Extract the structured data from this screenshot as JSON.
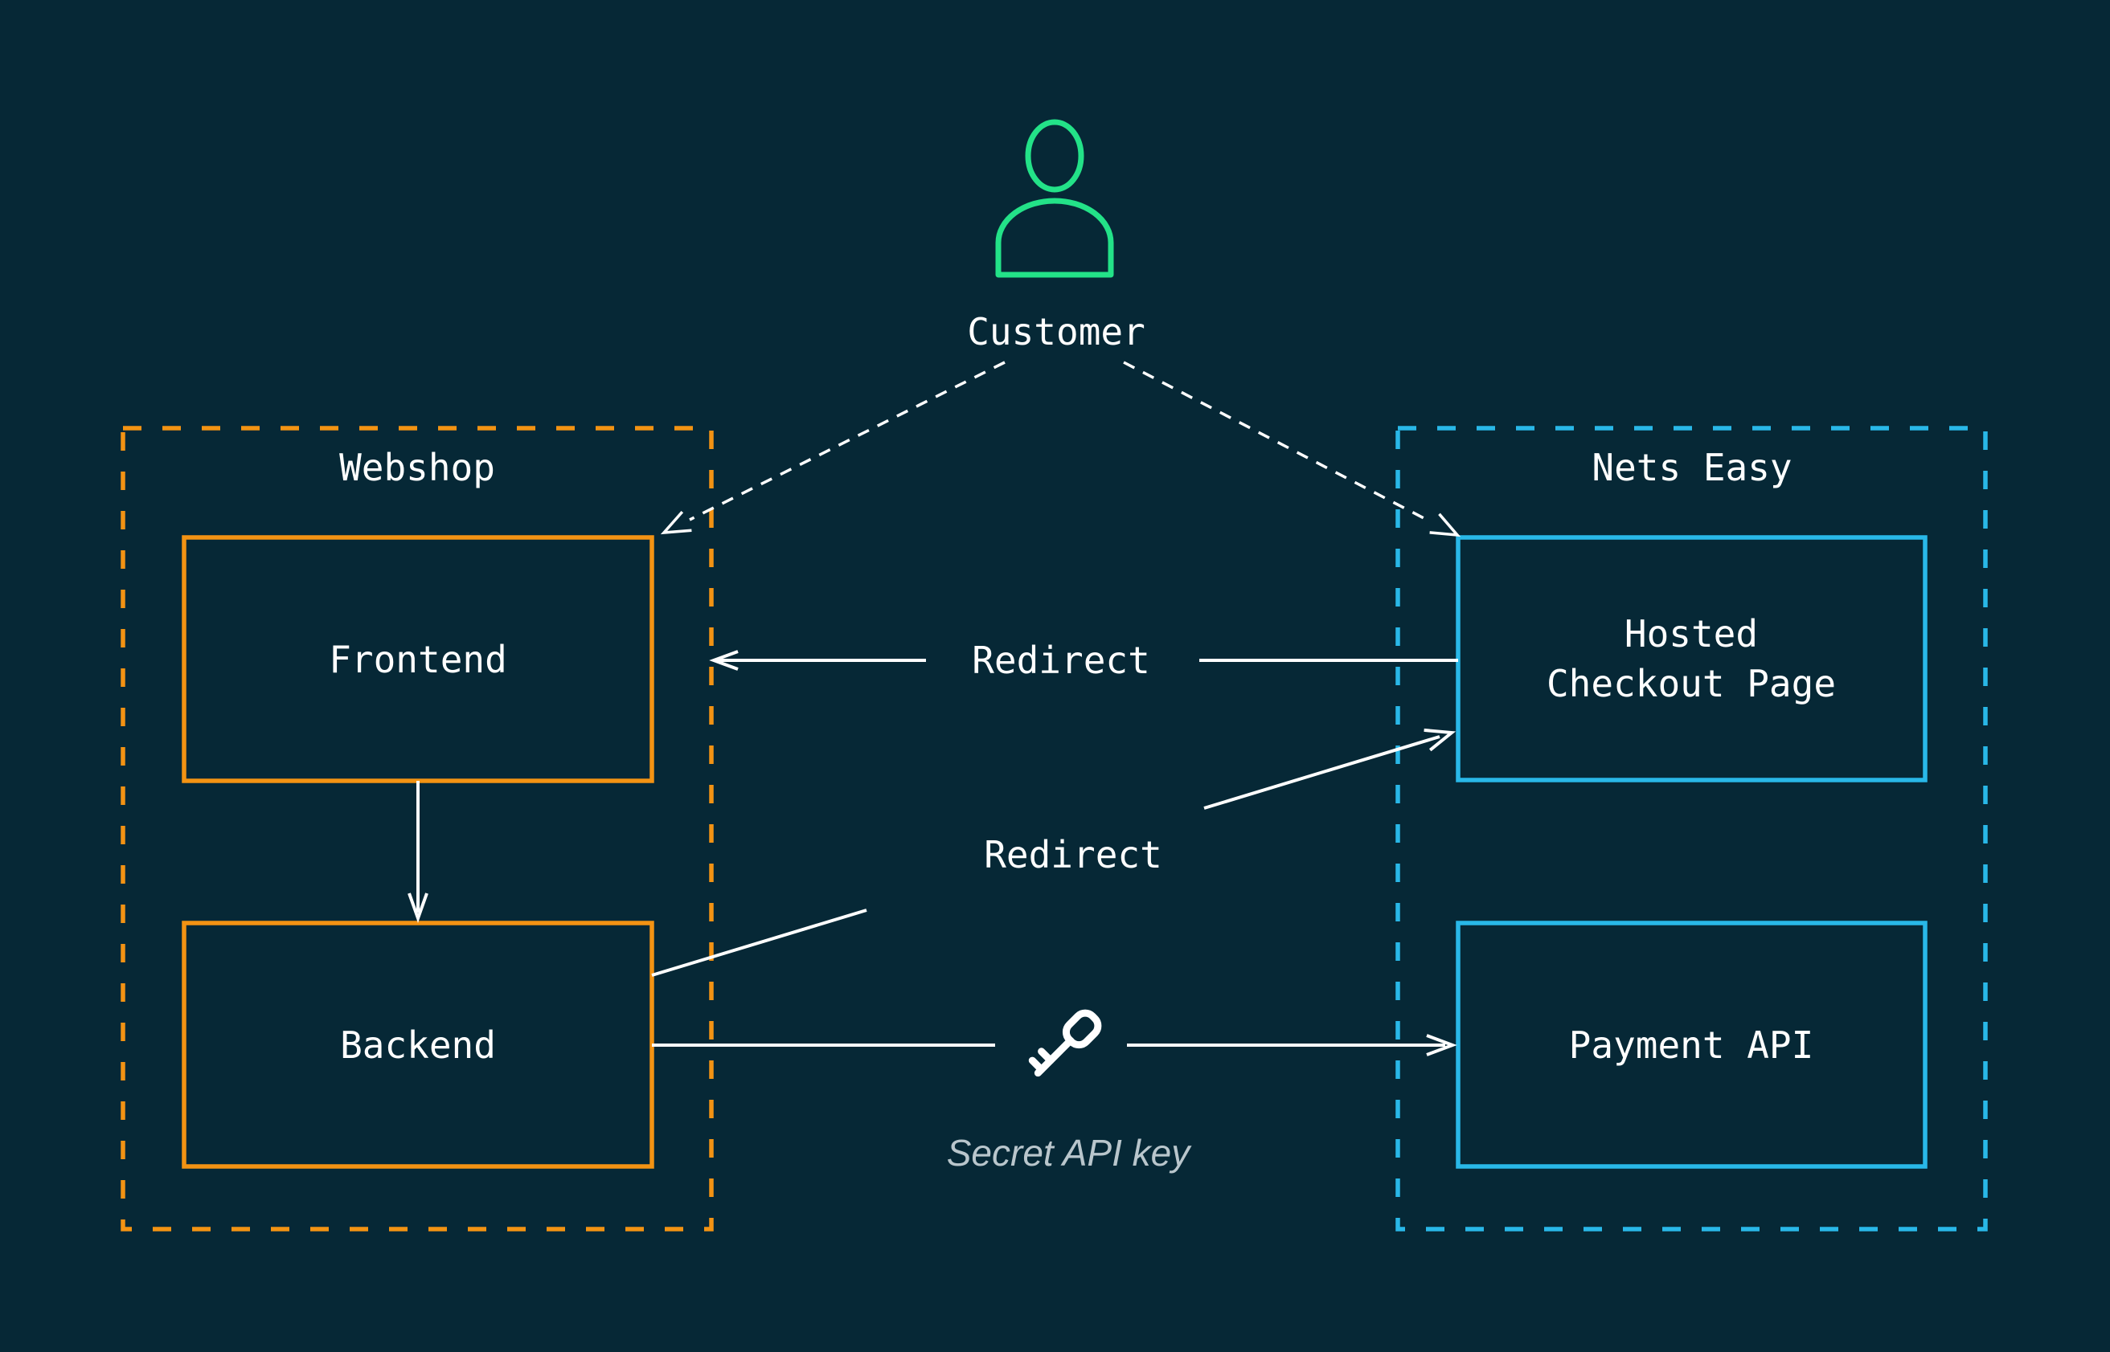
{
  "colors": {
    "background": "#062836",
    "webshop_accent": "#f39313",
    "nets_easy_accent": "#29b8e8",
    "customer_accent": "#23e288",
    "connector": "#ffffff",
    "muted_label": "#b9c6cc"
  },
  "customer": {
    "label": "Customer",
    "icon": "person-icon"
  },
  "webshop": {
    "label": "Webshop",
    "frontend_label": "Frontend",
    "backend_label": "Backend"
  },
  "nets_easy": {
    "label": "Nets Easy",
    "hosted_checkout_line1": "Hosted",
    "hosted_checkout_line2": "Checkout Page",
    "payment_api_label": "Payment API"
  },
  "connections": {
    "checkout_to_frontend_label": "Redirect",
    "backend_to_checkout_label": "Redirect",
    "backend_to_payment_label": "Secret API key",
    "backend_to_payment_icon": "key-icon"
  }
}
